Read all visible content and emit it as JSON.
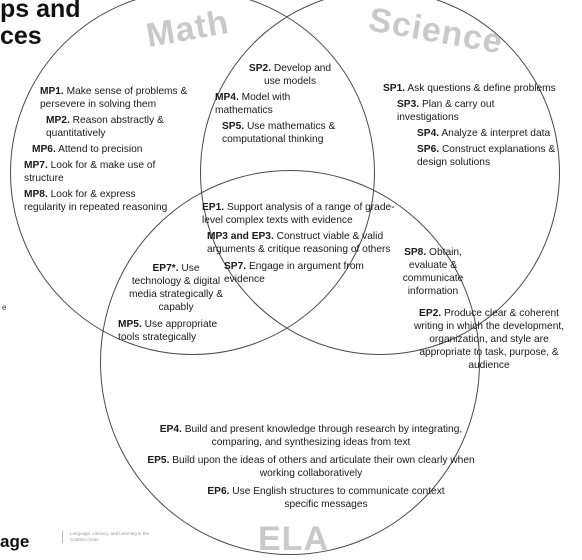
{
  "heading": "ps and\nces",
  "left_fragment": "e",
  "circles": {
    "math": "Math",
    "science": "Science",
    "ela": "ELA"
  },
  "items": {
    "mp1": {
      "code": "MP1.",
      "text": "Make sense of problems & persevere in solving them"
    },
    "mp2": {
      "code": "MP2.",
      "text": "Reason abstractly & quantitatively"
    },
    "mp6": {
      "code": "MP6.",
      "text": "Attend to precision"
    },
    "mp7": {
      "code": "MP7.",
      "text": "Look for & make use of structure"
    },
    "mp8": {
      "code": "MP8.",
      "text": "Look for & express regularity in repeated reasoning"
    },
    "sp2": {
      "code": "SP2.",
      "text": "Develop and use models"
    },
    "mp4": {
      "code": "MP4.",
      "text": "Model with mathematics"
    },
    "sp5": {
      "code": "SP5.",
      "text": "Use mathematics & computational thinking"
    },
    "sp1": {
      "code": "SP1.",
      "text": "Ask questions & define problems"
    },
    "sp3": {
      "code": "SP3.",
      "text": "Plan & carry out investigations"
    },
    "sp4": {
      "code": "SP4.",
      "text": "Analyze & interpret data"
    },
    "sp6": {
      "code": "SP6.",
      "text": "Construct explanations & design solutions"
    },
    "ep1": {
      "code": "EP1.",
      "text": "Support analysis of a range of grade-level complex texts with evidence"
    },
    "mp3_ep3": {
      "code": "MP3 and EP3.",
      "text": "Construct viable & valid arguments & critique reasoning of others"
    },
    "sp7": {
      "code": "SP7.",
      "text": "Engage in argument from evidence"
    },
    "ep7": {
      "code": "EP7*.",
      "text": "Use technology & digital media strategically & capably"
    },
    "mp5": {
      "code": "MP5.",
      "text": "Use appropriate tools strategically"
    },
    "sp8": {
      "code": "SP8.",
      "text": "Obtain, evaluate & communicate information"
    },
    "ep2": {
      "code": "EP2.",
      "text": "Produce clear & coherent writing in which the development, organization, and style are appropriate to task, purpose, & audience"
    },
    "ep4": {
      "code": "EP4.",
      "text": "Build and present knowledge through research by integrating, comparing, and synthesizing ideas from text"
    },
    "ep5": {
      "code": "EP5.",
      "text": "Build upon the ideas of others and articulate their own clearly when working collaboratively"
    },
    "ep6": {
      "code": "EP6.",
      "text": "Use English structures to communicate context specific messages"
    }
  },
  "footer": {
    "logo": "age",
    "tagline": "Language, Literacy, and Learning in the Content Areas"
  }
}
